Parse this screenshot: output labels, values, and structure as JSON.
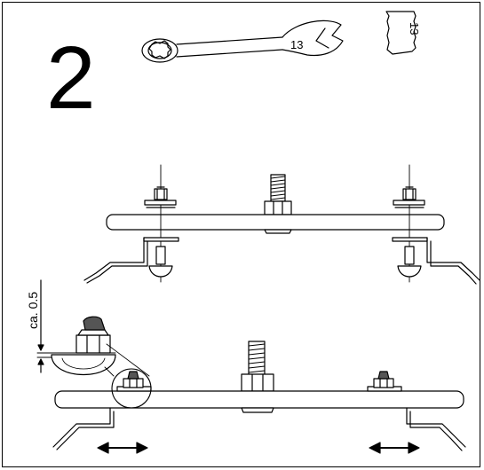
{
  "step": {
    "number": "2"
  },
  "tool": {
    "wrench_size": "13",
    "socket_size": "13"
  },
  "measurement": {
    "label": "ca. 0.5"
  },
  "colors": {
    "line": "#000000",
    "background": "#ffffff",
    "fill_light": "#d8d8d8",
    "fill_dark": "#555555"
  }
}
